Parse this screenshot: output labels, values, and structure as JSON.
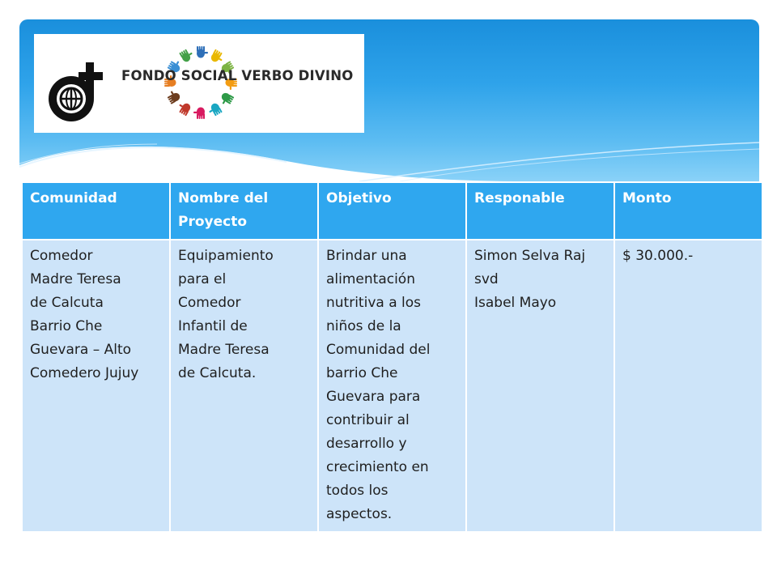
{
  "logo": {
    "text": "FONDO SOCIAL VERBO DIVINO",
    "hand_colors": [
      "#2e6fb8",
      "#e9b800",
      "#7cb342",
      "#f39c12",
      "#2e9a48",
      "#1aa7c2",
      "#d81b60",
      "#c0392b",
      "#6d3d1f",
      "#e67e22",
      "#3b8fd4",
      "#43a047"
    ]
  },
  "table": {
    "headers": [
      [
        "Comunidad"
      ],
      [
        "Nombre del",
        "Proyecto"
      ],
      [
        "Objetivo"
      ],
      [
        "Responable"
      ],
      [
        "Monto"
      ]
    ],
    "row": [
      [
        "Comedor",
        "Madre Teresa",
        "de Calcuta",
        "Barrio Che",
        "Guevara – Alto",
        "Comedero Jujuy"
      ],
      [
        "Equipamiento",
        "para el",
        "Comedor",
        "Infantil de",
        "Madre Teresa",
        "de Calcuta."
      ],
      [
        "Brindar una",
        "alimentación",
        "nutritiva a los",
        "niños de la",
        "Comunidad del",
        "barrio Che",
        "Guevara  para",
        "contribuir al",
        "desarrollo y",
        "crecimiento en",
        "todos los",
        "aspectos."
      ],
      [
        "Simon Selva Raj",
        "svd",
        "Isabel Mayo"
      ],
      [
        "$ 30.000.-"
      ]
    ]
  },
  "colors": {
    "banner": "#1a8fdc",
    "header_cell": "#2fa7ef",
    "body_cell": "#cde4f9"
  }
}
